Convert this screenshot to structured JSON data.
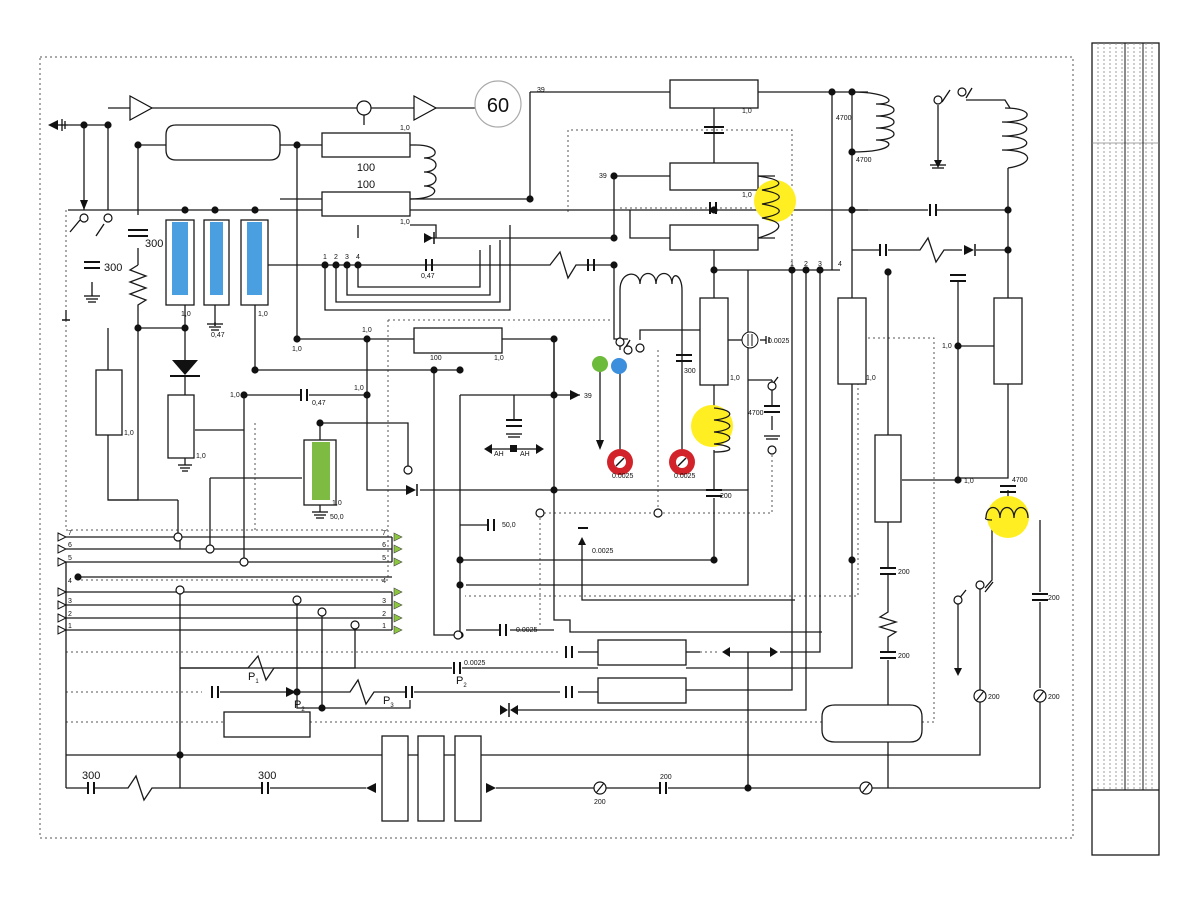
{
  "colors": {
    "wire": "#1a1a1a",
    "blue_cell": "#4a9fe0",
    "green_cell": "#7dbb42",
    "yellow_highlight": "#ffee22",
    "red_terminal": "#d2232a",
    "green_terminal": "#6dbb3a",
    "blue_terminal": "#3b8fdc",
    "bus_arrow_green": "#8dc63f"
  },
  "labels": {
    "badge_60": "60",
    "r100_top": "100",
    "r100_second": "100",
    "c300_left": "300",
    "c300_mid": "300",
    "c300_bottom_left": "300",
    "c300_bottom_mid": "300",
    "val_39_top": "39",
    "val_39_mid": "39",
    "val_39_right": "39",
    "val_1_0": "1,0",
    "val_0_47": "0,47",
    "val_100_small": "100",
    "val_50_0": "50,0",
    "val_0_0025": "0.0025",
    "val_4700": "4700",
    "val_200": "200",
    "ah_left": "AH",
    "ah_right": "AH",
    "p1": "P",
    "p1_sub": "1",
    "p2": "P",
    "p2_sub": "2",
    "p3": "P",
    "p3_sub": "3",
    "p2b": "P",
    "p2b_sub": "2"
  },
  "bus_numbers": {
    "upper_left": [
      "7",
      "6",
      "5"
    ],
    "upper_right": [
      "7",
      "6",
      "5"
    ],
    "lower_left": [
      "4",
      "3",
      "2",
      "1"
    ],
    "lower_right": [
      "4",
      "3",
      "2",
      "1"
    ],
    "terminal_group_a": [
      "1",
      "2",
      "3",
      "4"
    ],
    "terminal_group_b": [
      "1",
      "2",
      "3",
      "4"
    ]
  }
}
